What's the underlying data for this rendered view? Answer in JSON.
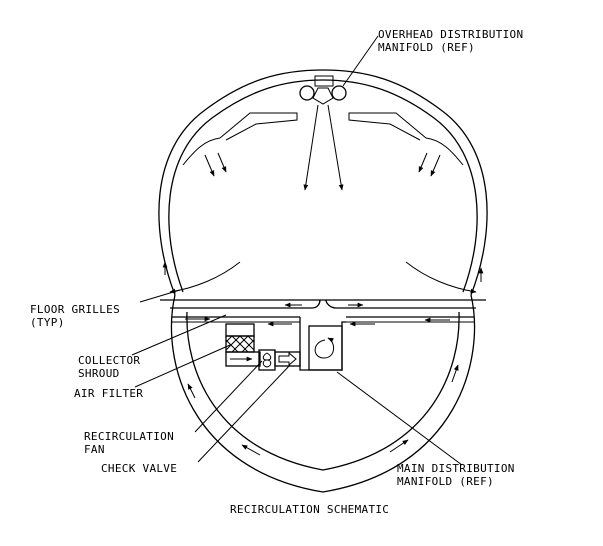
{
  "labels": {
    "overhead_line1": "OVERHEAD DISTRIBUTION",
    "overhead_line2": "MANIFOLD (REF)",
    "floor_line1": "FLOOR GRILLES",
    "floor_line2": "(TYP)",
    "collector_line1": "COLLECTOR",
    "collector_line2": "SHROUD",
    "air_filter": "AIR FILTER",
    "recirc_line1": "RECIRCULATION",
    "recirc_line2": "FAN",
    "check_valve": "CHECK VALVE",
    "main_line1": "MAIN DISTRIBUTION",
    "main_line2": "MANIFOLD (REF)",
    "caption": "RECIRCULATION SCHEMATIC"
  },
  "colors": {
    "ink": "#000000",
    "background": "#ffffff"
  }
}
